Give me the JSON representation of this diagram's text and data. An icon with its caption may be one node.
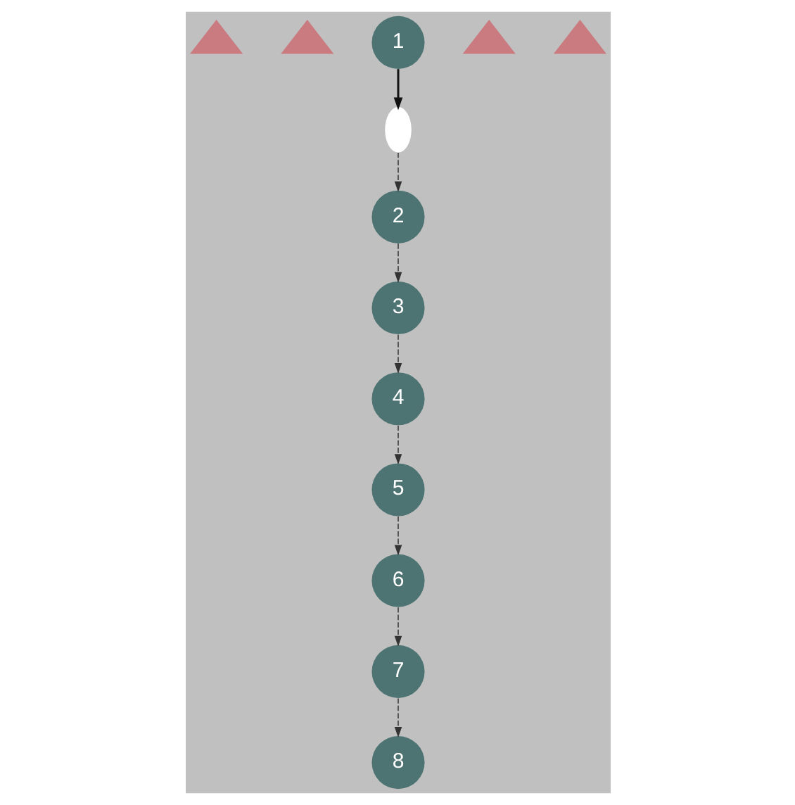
{
  "diagram": {
    "nodes": [
      {
        "text": [],
        "shape": "triangle"
      },
      {
        "text": [],
        "shape": "triangle"
      },
      {
        "text": [
          "2"
        ]
      },
      {
        "text": [
          "8"
        ]
      },
      {
        "text": [
          "5"
        ]
      },
      {
        "text": [
          "4"
        ]
      },
      {
        "text": [
          "7"
        ]
      },
      {
        "text": [
          "6"
        ]
      },
      {
        "text": [],
        "shape": "ellipse"
      },
      {
        "text": [
          "3"
        ]
      },
      {
        "text": [
          "1"
        ]
      },
      {
        "text": [],
        "shape": "triangle"
      },
      {
        "text": [],
        "shape": "triangle"
      }
    ],
    "edges": [
      {
        "from": 10,
        "to": 8,
        "arrow": "to"
      },
      {
        "from": 8,
        "to": 2,
        "arrow": "to",
        "style": "dashed"
      },
      {
        "from": 2,
        "to": 9,
        "arrow": "to",
        "style": "dashed"
      },
      {
        "from": 9,
        "to": 5,
        "arrow": "to",
        "style": "dashed"
      },
      {
        "from": 5,
        "to": 4,
        "arrow": "to",
        "style": "dashed"
      },
      {
        "from": 4,
        "to": 7,
        "arrow": "to",
        "style": "dashed"
      },
      {
        "from": 7,
        "to": 6,
        "arrow": "to",
        "style": "dashed"
      },
      {
        "from": 6,
        "to": 3,
        "arrow": "to",
        "style": "dashed"
      }
    ]
  }
}
